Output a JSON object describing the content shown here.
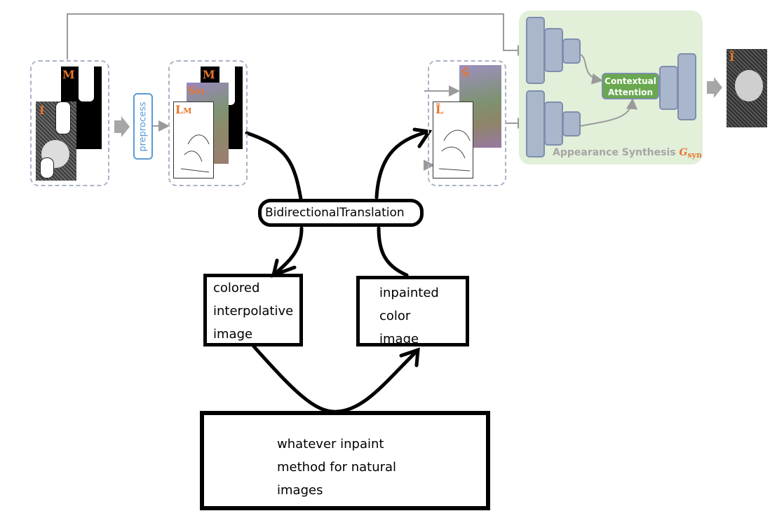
{
  "top_pipeline": {
    "input_group": {
      "mask_label": "M",
      "image_label": "I"
    },
    "preprocess_label": "preprocess",
    "preprocessed_group": {
      "mask_label": "M",
      "screentone_label_main": "S",
      "screentone_label_sub": "M",
      "line_label_main": "L",
      "line_label_sub": "M"
    },
    "translated_group": {
      "screentone_label": "S̃",
      "line_label": "L̃"
    },
    "synthesis": {
      "contextual_attention_line1": "Contextual",
      "contextual_attention_line2": "Attention",
      "title": "Appearance Synthesis",
      "symbol_main": "G",
      "symbol_sub": "syn"
    },
    "output_label": "Ĩ",
    "colors": {
      "label_orange": "#e8752a",
      "synthesis_bg": "#e2efd9",
      "block_fill": "#aab6cb",
      "attention_green": "#6aa84f",
      "preprocess_blue": "#5b9bd5"
    }
  },
  "annotations": {
    "bidirectional_label": "BidirectionalTranslation",
    "left_box_lines": [
      "colored",
      "interpolative",
      "image"
    ],
    "right_box_lines": [
      "inpainted",
      "color",
      "image"
    ],
    "bottom_box_lines": [
      "whatever inpaint",
      "method for natural",
      "images"
    ]
  }
}
